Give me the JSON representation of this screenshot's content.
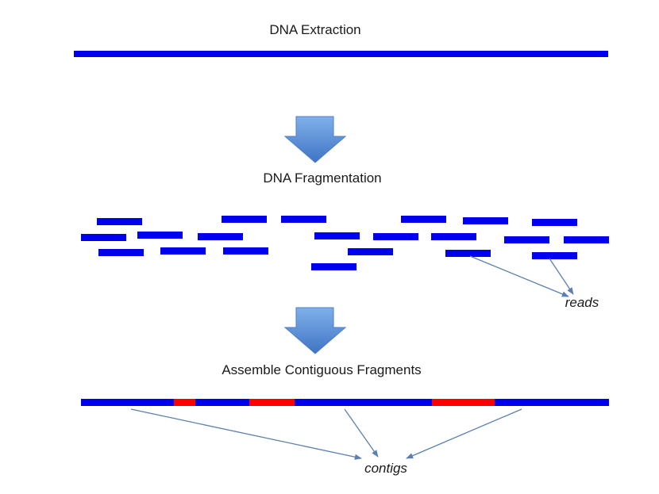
{
  "steps": {
    "extraction": "DNA Extraction",
    "fragmentation": "DNA Fragmentation",
    "assembly": "Assemble Contiguous Fragments"
  },
  "annotations": {
    "reads": "reads",
    "contigs": "contigs"
  },
  "colors": {
    "dna": "#0000ee",
    "overlap": "#ff0000",
    "arrow": "#5b8fd6",
    "pointer": "#5a7fb0"
  }
}
